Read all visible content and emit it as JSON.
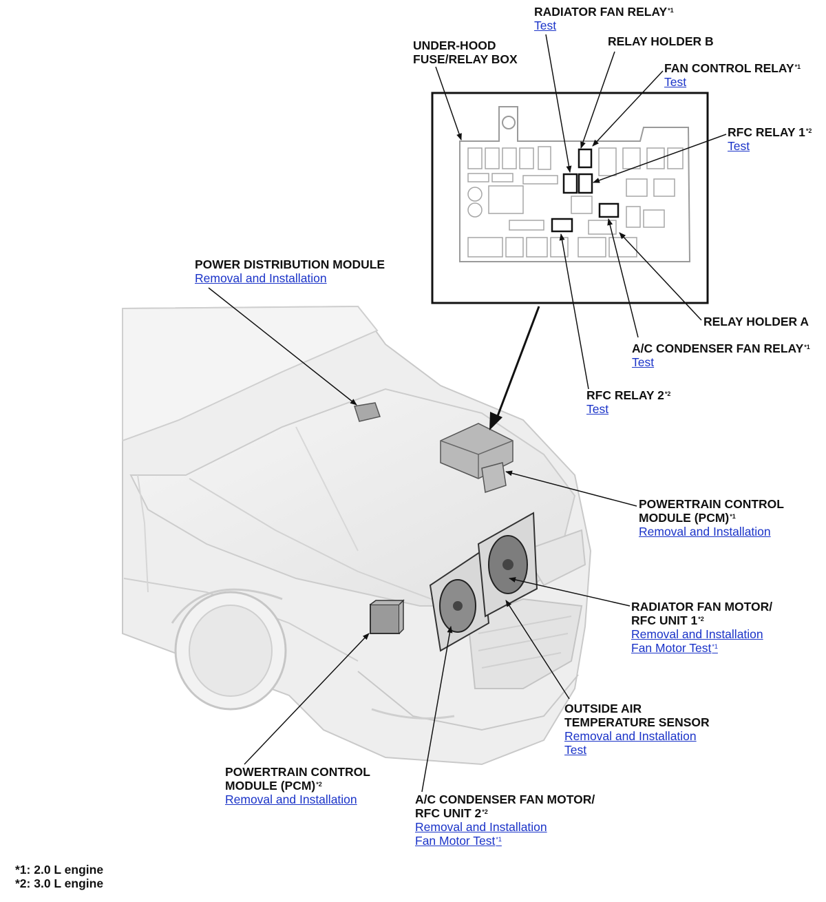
{
  "labels": {
    "radiator_fan_relay": {
      "title": "RADIATOR FAN RELAY",
      "sup": "*1",
      "links": [
        "Test"
      ]
    },
    "relay_holder_b": {
      "title": "RELAY HOLDER B"
    },
    "under_hood_box": {
      "title_lines": [
        "UNDER-HOOD",
        "FUSE/RELAY BOX"
      ]
    },
    "fan_control_relay": {
      "title": "FAN CONTROL RELAY",
      "sup": "*1",
      "links": [
        "Test"
      ]
    },
    "rfc_relay_1": {
      "title": "RFC RELAY 1",
      "sup": "*2",
      "links": [
        "Test"
      ]
    },
    "power_distribution_module": {
      "title": "POWER DISTRIBUTION MODULE",
      "links": [
        "Removal and Installation"
      ]
    },
    "relay_holder_a": {
      "title": "RELAY HOLDER A"
    },
    "ac_condenser_fan_relay": {
      "title": "A/C CONDENSER FAN RELAY",
      "sup": "*1",
      "links": [
        "Test"
      ]
    },
    "rfc_relay_2": {
      "title": "RFC RELAY 2",
      "sup": "*2",
      "links": [
        "Test"
      ]
    },
    "pcm_1": {
      "title_lines": [
        "POWERTRAIN CONTROL",
        "MODULE (PCM)"
      ],
      "sup": "*1",
      "links": [
        "Removal and Installation"
      ]
    },
    "radiator_fan_motor": {
      "title_lines": [
        "RADIATOR FAN MOTOR/",
        "RFC UNIT 1"
      ],
      "sup": "*2",
      "links": [
        "Removal and Installation",
        "Fan Motor Test"
      ],
      "link_sup": "*1"
    },
    "outside_air_temp_sensor": {
      "title_lines": [
        "OUTSIDE AIR",
        "TEMPERATURE SENSOR"
      ],
      "links": [
        "Removal and Installation",
        "Test"
      ]
    },
    "pcm_2": {
      "title_lines": [
        "POWERTRAIN CONTROL",
        "MODULE (PCM)"
      ],
      "sup": "*2",
      "links": [
        "Removal and Installation"
      ]
    },
    "ac_condenser_fan_motor": {
      "title_lines": [
        "A/C CONDENSER FAN MOTOR/",
        "RFC UNIT 2"
      ],
      "sup": "*2",
      "links": [
        "Removal and Installation",
        "Fan Motor Test"
      ],
      "link_sup": "*1"
    }
  },
  "footnotes": [
    "*1: 2.0 L engine",
    "*2: 3.0 L engine"
  ],
  "colors": {
    "link": "#1a33c8",
    "text": "#111111",
    "car_fill": "#ededed",
    "car_line": "#c8c8c8",
    "leader": "#111111"
  }
}
